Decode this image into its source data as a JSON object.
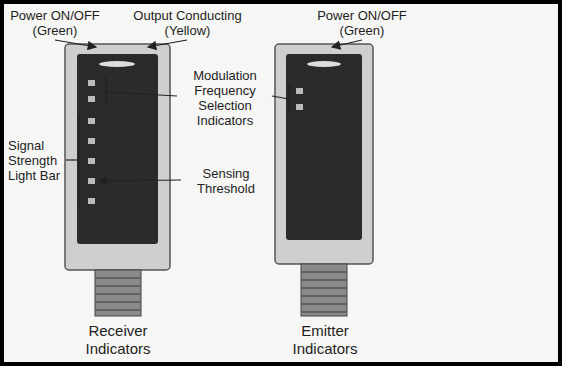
{
  "diagram": {
    "labels": [
      "Power ON/OFF (Green)",
      "Output Conducting (Yellow)",
      "Power ON/OFF (Green)",
      "Modulation Frequency Selection Indicators",
      "Signal Strength Light Bar",
      "Sensing Threshold",
      "Receiver Indicators",
      "Emitter Indicators"
    ]
  }
}
